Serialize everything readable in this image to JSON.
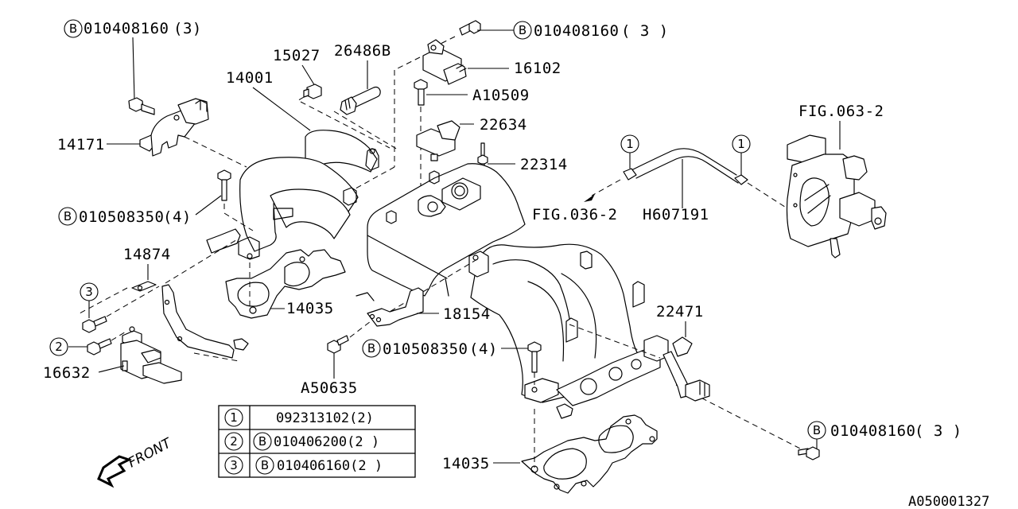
{
  "diagram": {
    "type": "exploded-parts-diagram",
    "subject": "Intake manifold assembly",
    "drawing_id": "A050001327",
    "callouts": [
      {
        "id": "bolt-top-left",
        "prefix": "B",
        "part": "010408160",
        "qty": "(3)"
      },
      {
        "id": "bolt-top-center",
        "prefix": "B",
        "part": "010408160",
        "qty": "( 3  )"
      },
      {
        "id": "bolt-bottom-right",
        "prefix": "B",
        "part": "010408160",
        "qty": "( 3  )"
      },
      {
        "id": "bolt-left-mid",
        "prefix": "B",
        "part": "010508350",
        "qty": "(4)"
      },
      {
        "id": "bolt-center-low",
        "prefix": "B",
        "part": "010508350",
        "qty": "(4)"
      }
    ],
    "labels": {
      "p15027": "15027",
      "p26486B": "26486B",
      "p14001": "14001",
      "p16102": "16102",
      "pA10509": "A10509",
      "p22634": "22634",
      "p22314": "22314",
      "p14171": "14171",
      "pFIG063": "FIG.063-2",
      "pFIG036": "FIG.036-2",
      "pH607191": "H607191",
      "p14874": "14874",
      "p14035a": "14035",
      "p14035b": "14035",
      "p18154": "18154",
      "p22471": "22471",
      "pA50635": "A50635",
      "p16632": "16632"
    },
    "ref_markers": {
      "one": "1",
      "two": "2",
      "three": "3",
      "b": "B"
    },
    "front_label": "FRONT",
    "legend_table": {
      "rows": [
        {
          "ref": "1",
          "prefix": "",
          "part": "092313102(2)"
        },
        {
          "ref": "2",
          "prefix": "B",
          "part": "010406200(2  )"
        },
        {
          "ref": "3",
          "prefix": "B",
          "part": "010406160(2  )"
        }
      ]
    }
  }
}
